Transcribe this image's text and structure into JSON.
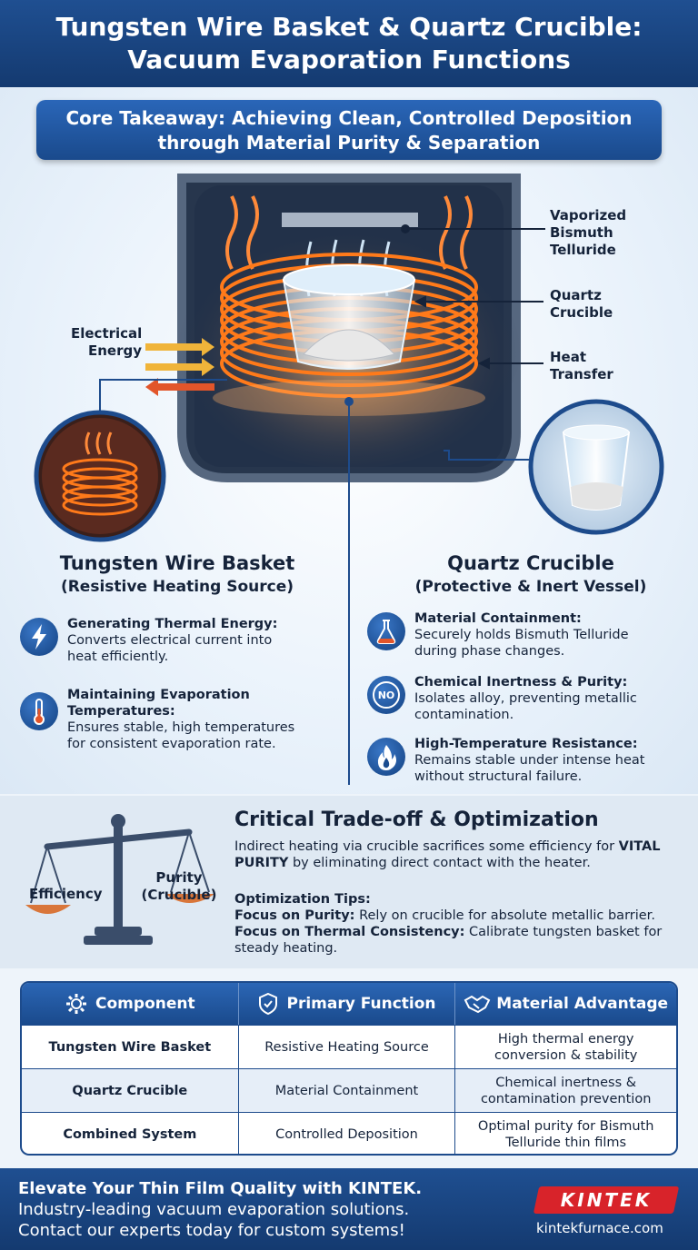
{
  "header": {
    "title_line1": "Tungsten Wire Basket & Quartz Crucible:",
    "title_line2": "Vacuum Evaporation Functions"
  },
  "takeaway": {
    "line1": "Core Takeaway: Achieving Clean, Controlled Deposition",
    "line2": "through Material Purity & Separation"
  },
  "diagram_labels": {
    "vapor_l1": "Vaporized",
    "vapor_l2": "Bismuth",
    "vapor_l3": "Telluride",
    "crucible_l1": "Quartz",
    "crucible_l2": "Crucible",
    "heat_l1": "Heat",
    "heat_l2": "Transfer",
    "energy_l1": "Electrical",
    "energy_l2": "Energy"
  },
  "tungsten": {
    "title": "Tungsten Wire Basket",
    "subtitle": "(Resistive Heating Source)",
    "features": [
      {
        "title": "Generating Thermal Energy:",
        "desc_l1": "Converts electrical current into",
        "desc_l2": "heat efficiently.",
        "icon": "lightning-bolt-icon"
      },
      {
        "title_l1": "Maintaining Evaporation",
        "title_l2": "Temperatures:",
        "desc_l1": "Ensures stable, high temperatures",
        "desc_l2": "for consistent evaporation rate.",
        "icon": "thermometer-icon"
      }
    ]
  },
  "quartz": {
    "title": "Quartz Crucible",
    "subtitle": "(Protective & Inert Vessel)",
    "features": [
      {
        "title": "Material Containment:",
        "desc_l1": "Securely holds Bismuth Telluride",
        "desc_l2": "during phase changes.",
        "icon": "flask-icon"
      },
      {
        "title": "Chemical Inertness & Purity:",
        "desc_l1": "Isolates alloy, preventing metallic",
        "desc_l2": "contamination.",
        "icon": "no-reaction-icon",
        "icon_text": "NO"
      },
      {
        "title": "High-Temperature Resistance:",
        "desc_l1": "Remains stable under intense heat",
        "desc_l2": "without structural failure.",
        "icon": "flame-icon"
      }
    ]
  },
  "tradeoff": {
    "title": "Critical Trade-off & Optimization",
    "text_l1": "Indirect heating via crucible sacrifices some efficiency for",
    "text_bold": "VITAL PURITY",
    "text_rest": " by eliminating direct contact with the heater.",
    "tips_title": "Optimization Tips:",
    "tip1_bold": "Focus on Purity:",
    "tip1_text": " Rely on crucible for absolute metallic barrier.",
    "tip2_bold": "Focus on Thermal Consistency:",
    "tip2_text": " Calibrate tungsten basket for steady heating.",
    "scale_left": "Efficiency",
    "scale_right_l1": "Purity",
    "scale_right_l2": "(Crucible)"
  },
  "table": {
    "headers": [
      "Component",
      "Primary Function",
      "Material Advantage"
    ],
    "rows": [
      {
        "c1": "Tungsten Wire Basket",
        "c2": "Resistive Heating Source",
        "c3": "High thermal energy conversion & stability"
      },
      {
        "c1": "Quartz Crucible",
        "c2": "Material Containment",
        "c3": "Chemical inertness & contamination prevention"
      },
      {
        "c1": "Combined System",
        "c2": "Controlled Deposition",
        "c3": "Optimal purity for Bismuth Telluride thin films"
      }
    ]
  },
  "footer": {
    "line1": "Elevate Your Thin Film Quality with KINTEK.",
    "line2": "Industry-leading vacuum evaporation solutions.",
    "line3": "Contact our experts today for custom systems!",
    "brand": "KINTEK",
    "site": "kintekfurnace.com"
  },
  "colors": {
    "primary": "#1a4a8c",
    "coil": "#ff7a1a",
    "accent_red": "#d8232a"
  }
}
